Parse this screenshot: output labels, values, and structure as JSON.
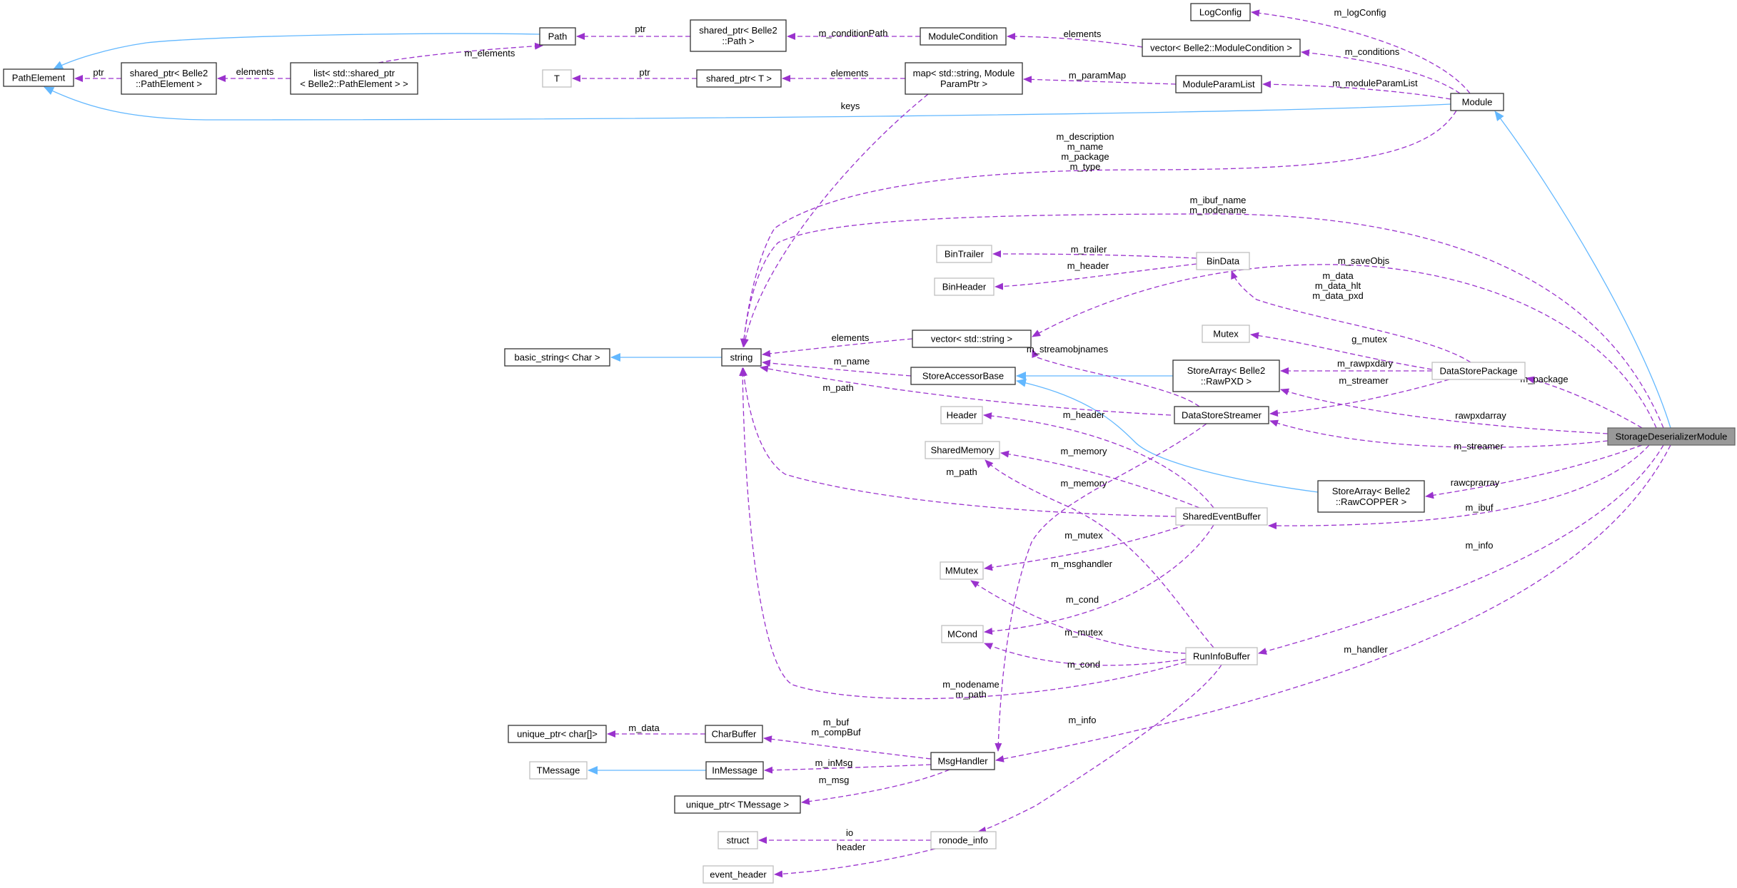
{
  "nodes": {
    "storage_deserializer_module": {
      "lines": [
        "StorageDeserializerModule"
      ],
      "style": "focus"
    },
    "module": {
      "lines": [
        "Module"
      ],
      "style": "normal"
    },
    "path_element": {
      "lines": [
        "PathElement"
      ],
      "style": "normal"
    },
    "path": {
      "lines": [
        "Path"
      ],
      "style": "normal"
    },
    "shared_ptr_path": {
      "lines": [
        "shared_ptr< Belle2",
        "::Path >"
      ],
      "style": "normal"
    },
    "module_condition": {
      "lines": [
        "ModuleCondition"
      ],
      "style": "normal"
    },
    "shared_ptr_path_element": {
      "lines": [
        "shared_ptr< Belle2",
        "::PathElement >"
      ],
      "style": "normal"
    },
    "list_shared_ptr": {
      "lines": [
        "list< std::shared_ptr",
        "< Belle2::PathElement > >"
      ],
      "style": "normal"
    },
    "log_config": {
      "lines": [
        "LogConfig"
      ],
      "style": "normal"
    },
    "vector_module_condition": {
      "lines": [
        "vector< Belle2::ModuleCondition >"
      ],
      "style": "normal"
    },
    "t": {
      "lines": [
        "T"
      ],
      "style": "ext"
    },
    "shared_ptr_t": {
      "lines": [
        "shared_ptr< T >"
      ],
      "style": "normal"
    },
    "map_module_param": {
      "lines": [
        "map< std::string, Module",
        "ParamPtr >"
      ],
      "style": "normal"
    },
    "module_param_list": {
      "lines": [
        "ModuleParamList"
      ],
      "style": "normal"
    },
    "string": {
      "lines": [
        "string"
      ],
      "style": "normal"
    },
    "basic_string": {
      "lines": [
        "basic_string< Char >"
      ],
      "style": "normal"
    },
    "bin_trailer": {
      "lines": [
        "BinTrailer"
      ],
      "style": "ext"
    },
    "bin_header": {
      "lines": [
        "BinHeader"
      ],
      "style": "ext"
    },
    "bin_data": {
      "lines": [
        "BinData"
      ],
      "style": "ext"
    },
    "vector_string": {
      "lines": [
        "vector< std::string >"
      ],
      "style": "normal"
    },
    "mutex": {
      "lines": [
        "Mutex"
      ],
      "style": "ext"
    },
    "store_accessor_base": {
      "lines": [
        "StoreAccessorBase"
      ],
      "style": "normal"
    },
    "store_array_rawpxd": {
      "lines": [
        "StoreArray< Belle2",
        "::RawPXD >"
      ],
      "style": "normal"
    },
    "data_store_package": {
      "lines": [
        "DataStorePackage"
      ],
      "style": "ext"
    },
    "data_store_streamer": {
      "lines": [
        "DataStoreStreamer"
      ],
      "style": "normal"
    },
    "header": {
      "lines": [
        "Header"
      ],
      "style": "ext"
    },
    "shared_memory": {
      "lines": [
        "SharedMemory"
      ],
      "style": "ext"
    },
    "store_array_rawcopper": {
      "lines": [
        "StoreArray< Belle2",
        "::RawCOPPER >"
      ],
      "style": "normal"
    },
    "shared_event_buffer": {
      "lines": [
        "SharedEventBuffer"
      ],
      "style": "ext"
    },
    "mmutex": {
      "lines": [
        "MMutex"
      ],
      "style": "ext"
    },
    "mcond": {
      "lines": [
        "MCond"
      ],
      "style": "ext"
    },
    "run_info_buffer": {
      "lines": [
        "RunInfoBuffer"
      ],
      "style": "ext"
    },
    "unique_ptr_char": {
      "lines": [
        "unique_ptr< char[]>"
      ],
      "style": "normal"
    },
    "char_buffer": {
      "lines": [
        "CharBuffer"
      ],
      "style": "normal"
    },
    "tmessage": {
      "lines": [
        "TMessage"
      ],
      "style": "ext"
    },
    "in_message": {
      "lines": [
        "InMessage"
      ],
      "style": "normal"
    },
    "msg_handler": {
      "lines": [
        "MsgHandler"
      ],
      "style": "normal"
    },
    "unique_ptr_tmessage": {
      "lines": [
        "unique_ptr< TMessage >"
      ],
      "style": "normal"
    },
    "struct": {
      "lines": [
        "struct"
      ],
      "style": "ext"
    },
    "ronode_info": {
      "lines": [
        "ronode_info"
      ],
      "style": "ext"
    },
    "event_header": {
      "lines": [
        "event_header"
      ],
      "style": "ext"
    }
  },
  "edges": {
    "e_module_sdm": {
      "label": "",
      "kind": "inheritance"
    },
    "e_pathelement_module": {
      "label": "",
      "kind": "inheritance"
    },
    "e_pathelement_path": {
      "label": "",
      "kind": "inheritance"
    },
    "e_basicstring_string": {
      "label": "",
      "kind": "inheritance"
    },
    "e_sab_rawpxd": {
      "label": "",
      "kind": "inheritance"
    },
    "e_sab_rawcopper": {
      "label": "",
      "kind": "inheritance"
    },
    "e_tmessage_inmessage": {
      "label": "",
      "kind": "inheritance"
    },
    "e_spath_path": {
      "label": "ptr",
      "kind": "usage"
    },
    "e_modcond_spath": {
      "label": "m_conditionPath",
      "kind": "usage"
    },
    "e_vmc_modcond": {
      "label": "elements",
      "kind": "usage"
    },
    "e_logconfig_module": {
      "label": "m_logConfig",
      "kind": "usage"
    },
    "e_vmc_module": {
      "label": "m_conditions",
      "kind": "usage"
    },
    "e_mpl_module": {
      "label": "m_moduleParamList",
      "kind": "usage"
    },
    "e_map_mpl": {
      "label": "m_paramMap",
      "kind": "usage"
    },
    "e_spt_map": {
      "label": "elements",
      "kind": "usage"
    },
    "e_t_spt": {
      "label": "ptr",
      "kind": "usage"
    },
    "e_list_path": {
      "label": "m_elements",
      "kind": "usage"
    },
    "e_spe_list": {
      "label": "elements",
      "kind": "usage"
    },
    "e_pe_spe": {
      "label": "ptr",
      "kind": "usage"
    },
    "e_string_map": {
      "label": "keys",
      "kind": "usage"
    },
    "e_string_module": {
      "lines": [
        "m_description",
        "m_name",
        "m_package",
        "m_type"
      ],
      "kind": "usage"
    },
    "e_string_sdm": {
      "lines": [
        "m_ibuf_name",
        "m_nodename"
      ],
      "kind": "usage"
    },
    "e_bintrailer_bindata": {
      "label": "m_trailer",
      "kind": "usage"
    },
    "e_binheader_bindata": {
      "label": "m_header",
      "kind": "usage"
    },
    "e_vstring_sdm": {
      "label": "m_saveObjs",
      "kind": "usage"
    },
    "e_bindata_dsp": {
      "lines": [
        "m_data",
        "m_data_hlt",
        "m_data_pxd"
      ],
      "kind": "usage"
    },
    "e_mutex_dsp": {
      "label": "g_mutex",
      "kind": "usage"
    },
    "e_string_vstring": {
      "label": "elements",
      "kind": "usage"
    },
    "e_string_sab": {
      "label": "m_name",
      "kind": "usage"
    },
    "e_vstring_dss": {
      "label": "m_streamobjnames",
      "kind": "usage"
    },
    "e_rawpxd_dsp": {
      "label": "m_rawpxdary",
      "kind": "usage"
    },
    "e_dss_dsp": {
      "label": "m_streamer",
      "kind": "usage"
    },
    "e_dsp_sdm": {
      "label": "m_package",
      "kind": "usage"
    },
    "e_rawpxd_sdm": {
      "label": "rawpxdarray",
      "kind": "usage"
    },
    "e_dss_sdm": {
      "label": "m_streamer",
      "kind": "usage"
    },
    "e_string_shm": {
      "label": "m_path",
      "kind": "usage"
    },
    "e_header_seb": {
      "label": "m_header",
      "kind": "usage"
    },
    "e_shm_seb": {
      "label": "m_memory",
      "kind": "usage"
    },
    "e_string_seb": {
      "label": "m_path",
      "kind": "usage"
    },
    "e_shm_rib": {
      "label": "m_memory",
      "kind": "usage"
    },
    "e_rawcopper_sdm": {
      "label": "rawcprarray",
      "kind": "usage"
    },
    "e_seb_sdm": {
      "label": "m_ibuf",
      "kind": "usage"
    },
    "e_mmutex_seb": {
      "label": "m_mutex",
      "kind": "usage"
    },
    "e_msghandler_dss": {
      "label": "m_msghandler",
      "kind": "usage"
    },
    "e_mcond_seb": {
      "label": "m_cond",
      "kind": "usage"
    },
    "e_rib_sdm": {
      "label": "m_info",
      "kind": "usage"
    },
    "e_mmutex_rib": {
      "label": "m_mutex",
      "kind": "usage"
    },
    "e_mcond_rib": {
      "label": "m_cond",
      "kind": "usage"
    },
    "e_string_rib": {
      "lines": [
        "m_nodename",
        "m_path"
      ],
      "kind": "usage"
    },
    "e_msghandler_sdm": {
      "label": "m_handler",
      "kind": "usage"
    },
    "e_ronode_rib": {
      "label": "m_info",
      "kind": "usage"
    },
    "e_upchar_charbuffer": {
      "label": "m_data",
      "kind": "usage"
    },
    "e_charbuffer_msghandler": {
      "lines": [
        "m_buf",
        "m_compBuf"
      ],
      "kind": "usage"
    },
    "e_inmessage_msghandler": {
      "label": "m_inMsg",
      "kind": "usage"
    },
    "e_uptmessage_msghandler": {
      "label": "m_msg",
      "kind": "usage"
    },
    "e_struct_ronode": {
      "label": "io",
      "kind": "usage"
    },
    "e_eventheader_ronode": {
      "label": "header",
      "kind": "usage"
    }
  },
  "colors": {
    "usage_edge": "#9a32cd",
    "inheritance_edge": "#63b8ff",
    "focus_node_fill": "#999999",
    "external_node_border": "#bfbfbf",
    "node_border": "#333333"
  }
}
